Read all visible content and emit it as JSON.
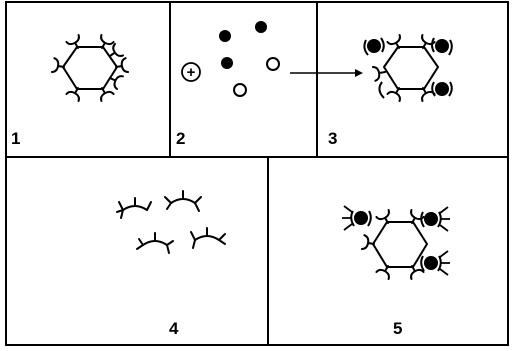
{
  "panels": [
    {
      "id": "panel-1",
      "label": "1"
    },
    {
      "id": "panel-2",
      "label": "2"
    },
    {
      "id": "panel-3",
      "label": "3"
    },
    {
      "id": "panel-4",
      "label": "4"
    },
    {
      "id": "panel-5",
      "label": "5"
    }
  ],
  "symbols": {
    "plus": "+"
  },
  "colors": {
    "ink": "#000000",
    "background": "#ffffff"
  }
}
